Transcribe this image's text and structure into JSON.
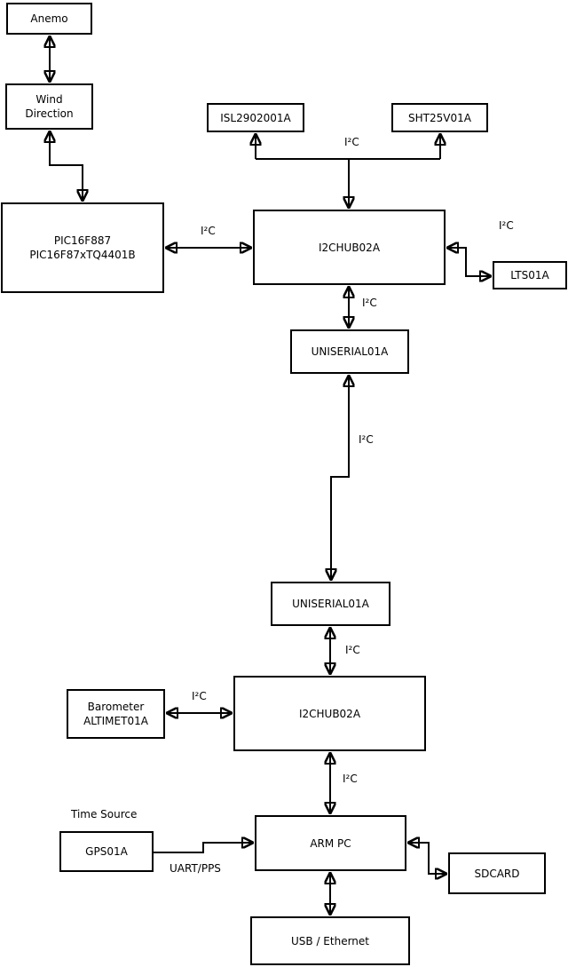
{
  "diagram": {
    "type": "block-diagram",
    "background_color": "#ffffff",
    "line_color": "#000000",
    "bus_label": "I²C",
    "labels": {
      "time_source": "Time Source",
      "uart_pps": "UART/PPS"
    },
    "nodes": {
      "anemo": {
        "label": "Anemo"
      },
      "wind_direction": {
        "label": "Wind\nDirection"
      },
      "pic": {
        "label": "PIC16F887\nPIC16F87xTQ4401B"
      },
      "isl": {
        "label": "ISL2902001A"
      },
      "sht": {
        "label": "SHT25V01A"
      },
      "i2chub_top": {
        "label": "I2CHUB02A"
      },
      "lts": {
        "label": "LTS01A"
      },
      "uniserial_upper": {
        "label": "UNISERIAL01A"
      },
      "uniserial_lower": {
        "label": "UNISERIAL01A"
      },
      "i2chub_bottom": {
        "label": "I2CHUB02A"
      },
      "barometer": {
        "label": "Barometer\nALTIMET01A"
      },
      "gps": {
        "label": "GPS01A"
      },
      "arm_pc": {
        "label": "ARM PC"
      },
      "sdcard": {
        "label": "SDCARD"
      },
      "usb_ethernet": {
        "label": "USB / Ethernet"
      }
    },
    "connections": [
      {
        "from": "anemo",
        "to": "wind_direction",
        "label": "",
        "bidirectional": true
      },
      {
        "from": "wind_direction",
        "to": "pic",
        "label": "",
        "bidirectional": true
      },
      {
        "from": "pic",
        "to": "i2chub_top",
        "label": "I²C",
        "bidirectional": true
      },
      {
        "from": "i2chub_top",
        "to": "isl",
        "label": "I²C",
        "bidirectional": true
      },
      {
        "from": "i2chub_top",
        "to": "sht",
        "label": "I²C",
        "bidirectional": true
      },
      {
        "from": "i2chub_top",
        "to": "lts",
        "label": "I²C",
        "bidirectional": true
      },
      {
        "from": "i2chub_top",
        "to": "uniserial_upper",
        "label": "I²C",
        "bidirectional": true
      },
      {
        "from": "uniserial_upper",
        "to": "uniserial_lower",
        "label": "I²C",
        "bidirectional": true
      },
      {
        "from": "uniserial_lower",
        "to": "i2chub_bottom",
        "label": "I²C",
        "bidirectional": true
      },
      {
        "from": "barometer",
        "to": "i2chub_bottom",
        "label": "I²C",
        "bidirectional": true
      },
      {
        "from": "i2chub_bottom",
        "to": "arm_pc",
        "label": "I²C",
        "bidirectional": true
      },
      {
        "from": "gps",
        "to": "arm_pc",
        "label": "UART/PPS",
        "bidirectional": false
      },
      {
        "from": "arm_pc",
        "to": "sdcard",
        "label": "",
        "bidirectional": true
      },
      {
        "from": "arm_pc",
        "to": "usb_ethernet",
        "label": "",
        "bidirectional": true
      }
    ]
  }
}
